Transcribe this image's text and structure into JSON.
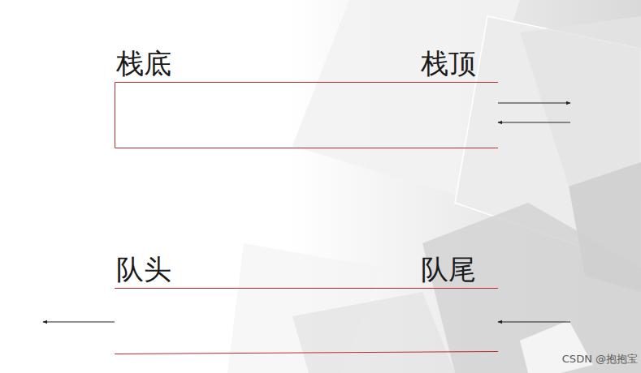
{
  "diagram": {
    "nodes": [
      {
        "text": [
          "栈底",
          "栈顶"
        ]
      },
      {
        "text": [
          "队头",
          "队尾"
        ]
      }
    ],
    "labels": [
      "CSDN @抱抱宝"
    ]
  }
}
